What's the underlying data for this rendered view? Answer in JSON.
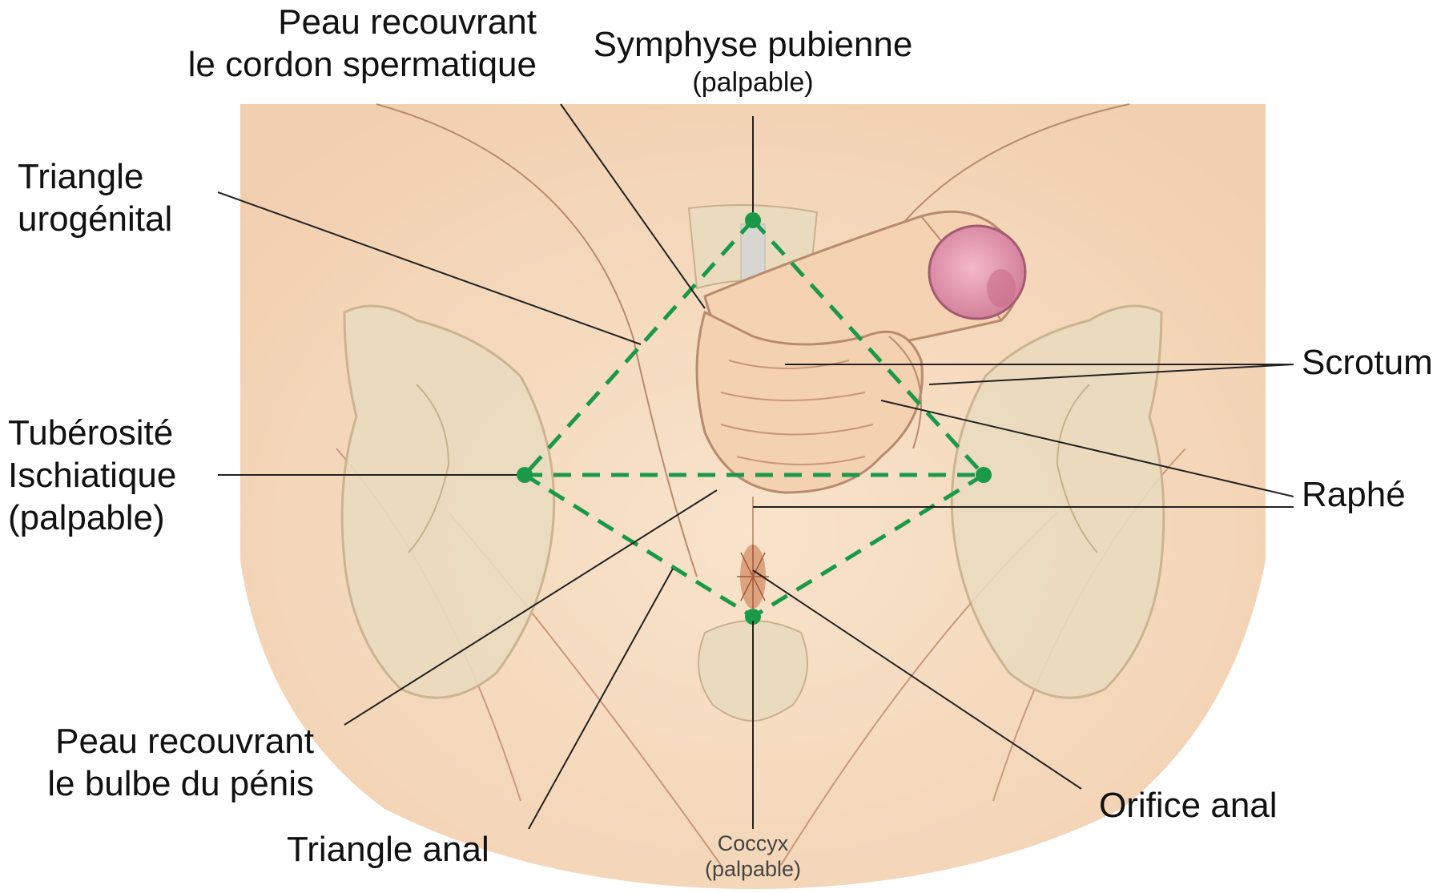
{
  "labels": {
    "peau_cordon": [
      "Peau recouvrant",
      "le cordon spermatique"
    ],
    "symphyse": "Symphyse pubienne",
    "symphyse_note": "(palpable)",
    "triangle_urogenital": [
      "Triangle",
      "urogénital"
    ],
    "scrotum": "Scrotum",
    "tuberosite": [
      "Tubérosité",
      "Ischiatique",
      "(palpable)"
    ],
    "raphe": "Raphé",
    "peau_bulbe": [
      "Peau recouvrant",
      "le bulbe du pénis"
    ],
    "orifice_anal": "Orifice anal",
    "triangle_anal": "Triangle anal",
    "coccyx": [
      "Coccyx",
      "(palpable)"
    ]
  },
  "colors": {
    "skin": "#f6dcc0",
    "skin_shadow": "#ebc29f",
    "bone": "#eadbbf",
    "bone_edge": "#c9b08c",
    "outline": "#b88b6d",
    "dashed_line": "#1a9a48",
    "glans": "#e9a0b6",
    "leader": "#222222"
  }
}
